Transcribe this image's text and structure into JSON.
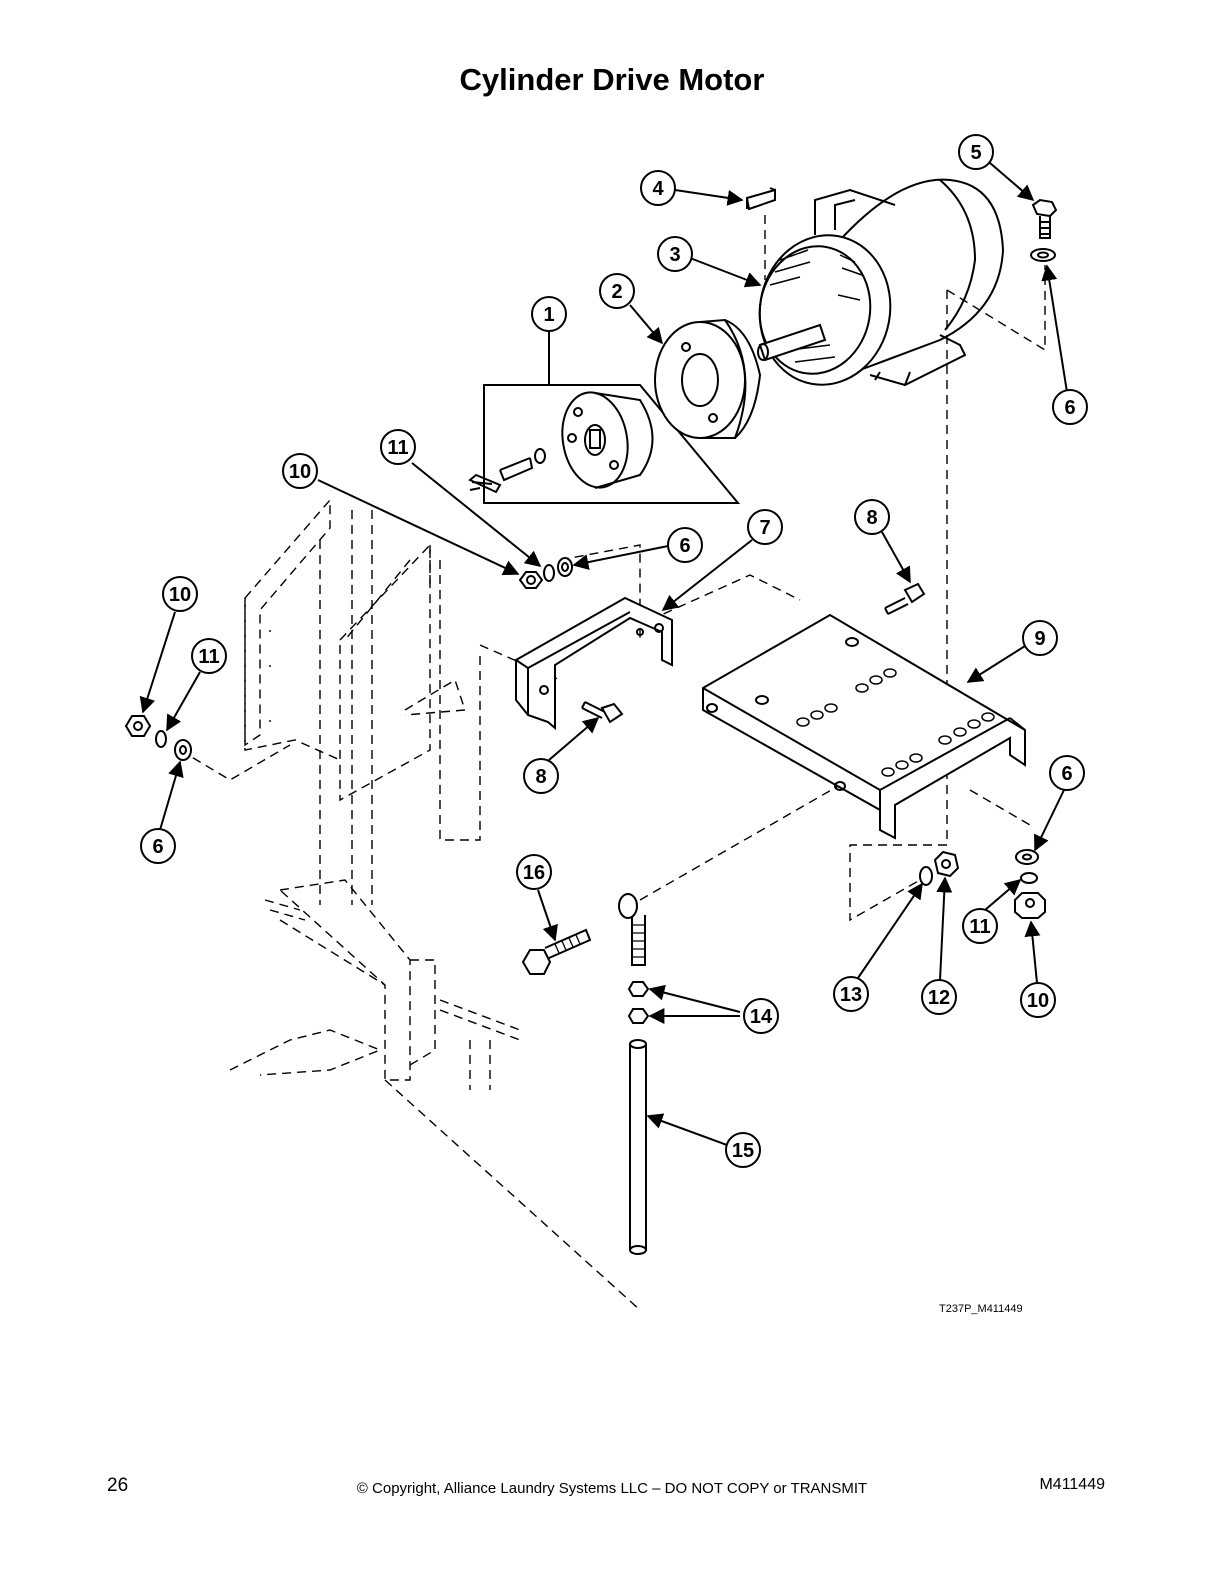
{
  "page": {
    "title": "Cylinder Drive Motor",
    "figure_code": "T237P_M411449",
    "page_number": "26",
    "copyright": "© Copyright, Alliance Laundry Systems LLC – DO NOT COPY or TRANSMIT",
    "doc_code": "M411449"
  },
  "callouts": [
    "1",
    "2",
    "3",
    "4",
    "5",
    "6",
    "6",
    "6",
    "6",
    "7",
    "8",
    "8",
    "9",
    "10",
    "10",
    "10",
    "11",
    "11",
    "11",
    "12",
    "13",
    "14",
    "15",
    "16"
  ]
}
